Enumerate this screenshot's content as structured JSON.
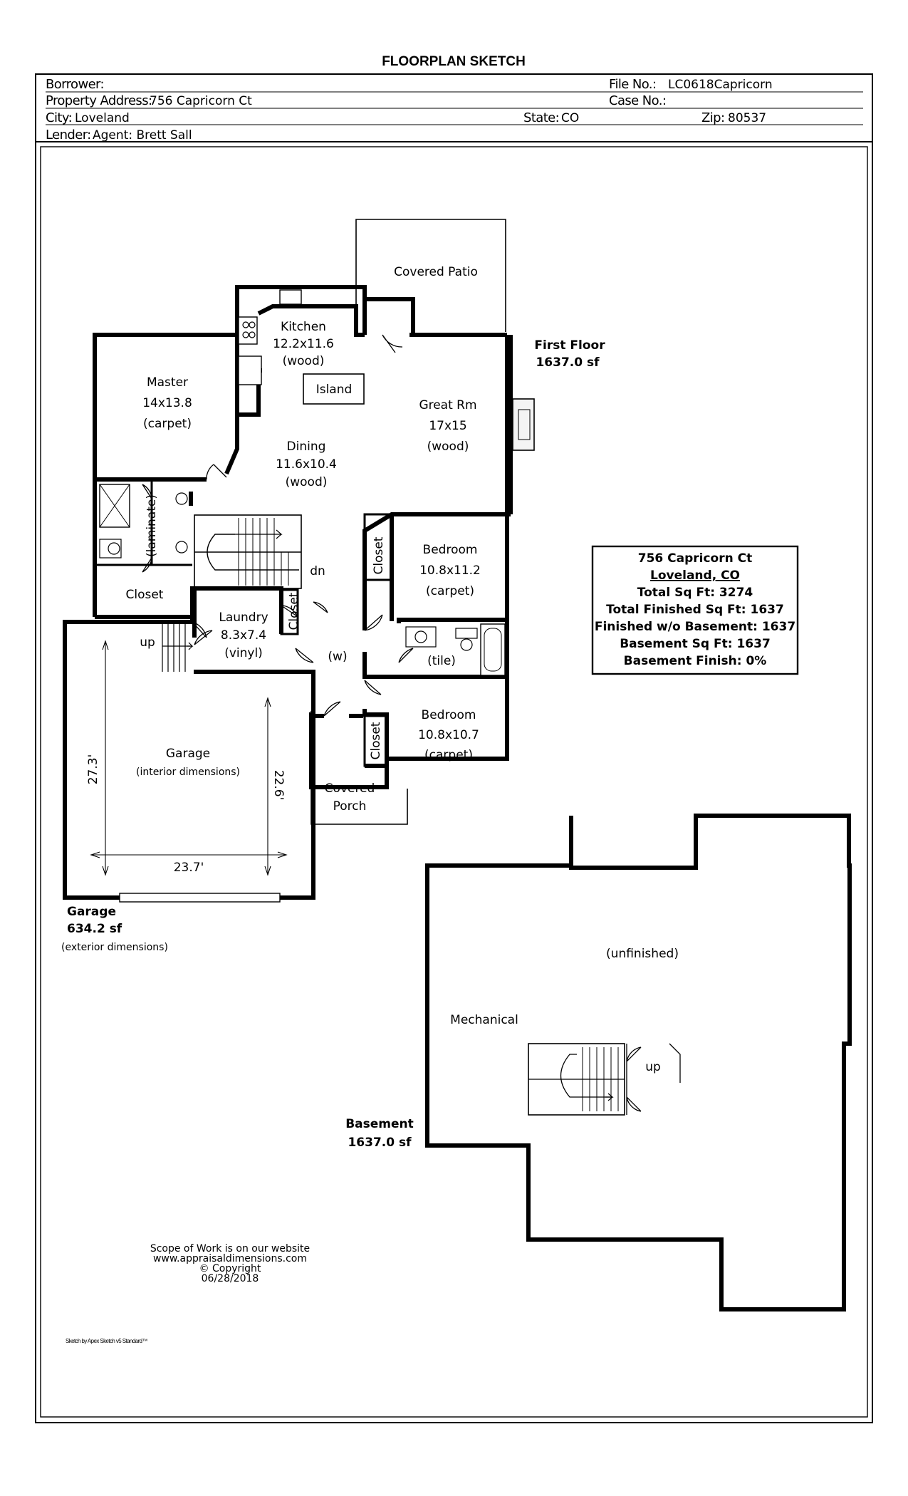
{
  "title": "FLOORPLAN SKETCH",
  "header": {
    "borrower_label": "Borrower:",
    "borrower": "",
    "file_label": "File No.:",
    "file_no": "LC0618Capricorn",
    "address_label": "Property Address:",
    "address": "756 Capricorn Ct",
    "case_label": "Case No.:",
    "case_no": "",
    "city_label": "City:",
    "city": "Loveland",
    "state_label": "State:",
    "state": "CO",
    "zip_label": "Zip:",
    "zip": "80537",
    "lender_label": "Lender:",
    "lender": "Agent:  Brett Sall"
  },
  "first_floor": {
    "label": "First Floor",
    "area": "1637.0 sf",
    "rooms": {
      "covered_patio": "Covered Patio",
      "kitchen": [
        "Kitchen",
        "12.2x11.6",
        "(wood)"
      ],
      "island": "Island",
      "master": [
        "Master",
        "14x13.8",
        "(carpet)"
      ],
      "great_rm": [
        "Great Rm",
        "17x15",
        "(wood)"
      ],
      "dining": [
        "Dining",
        "11.6x10.4",
        "(wood)"
      ],
      "laminate": "(laminate)",
      "master_closet": "Closet",
      "dn": "dn",
      "bed1_closet": "Closet",
      "bedroom1": [
        "Bedroom",
        "10.8x11.2",
        "(carpet)"
      ],
      "laundry_closet": "Closet",
      "laundry": [
        "Laundry",
        "8.3x7.4",
        "(vinyl)"
      ],
      "up": "up",
      "hall": "(w)",
      "bath": "(tile)",
      "bed2_closet": "Closet",
      "bedroom2": [
        "Bedroom",
        "10.8x10.7",
        "(carpet)"
      ],
      "covered_porch": [
        "Covered",
        "Porch"
      ]
    }
  },
  "garage": {
    "label": "Garage",
    "area": "634.2 sf",
    "note": "(exterior dimensions)",
    "name": "Garage",
    "interior_note": "(interior dimensions)",
    "dim_left": "27.3'",
    "dim_right": "22.6'",
    "dim_bottom": "23.7'"
  },
  "summary": {
    "address": "756 Capricorn Ct",
    "city": "Loveland, CO",
    "lines": [
      "Total Sq Ft:  3274",
      "Total Finished Sq Ft:  1637",
      "Finished w/o Basement:  1637",
      "Basement Sq Ft:  1637",
      "Basement Finish:  0%"
    ]
  },
  "basement": {
    "label": "Basement",
    "area": "1637.0 sf",
    "unfinished": "(unfinished)",
    "mechanical": "Mechanical",
    "up": "up"
  },
  "footer": {
    "lines": [
      "Scope of Work is on our website",
      "www.appraisaldimensions.com",
      "© Copyright",
      "06/28/2018"
    ],
    "credit": "Sketch by Apex Sketch v5 Standard™"
  }
}
